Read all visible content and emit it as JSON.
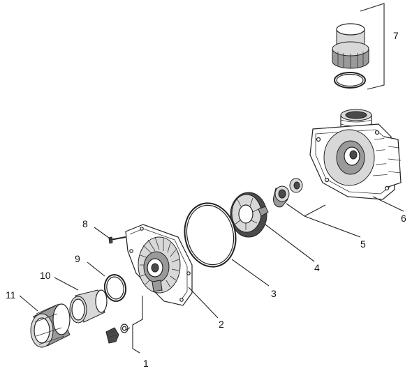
{
  "parts": [
    {
      "id": "1",
      "label": "1"
    },
    {
      "id": "2",
      "label": "2"
    },
    {
      "id": "3",
      "label": "3"
    },
    {
      "id": "4",
      "label": "4"
    },
    {
      "id": "5",
      "label": "5"
    },
    {
      "id": "6",
      "label": "6"
    },
    {
      "id": "7",
      "label": "7"
    },
    {
      "id": "8",
      "label": "8"
    },
    {
      "id": "9",
      "label": "9"
    },
    {
      "id": "10",
      "label": "10"
    },
    {
      "id": "11",
      "label": "11"
    }
  ]
}
